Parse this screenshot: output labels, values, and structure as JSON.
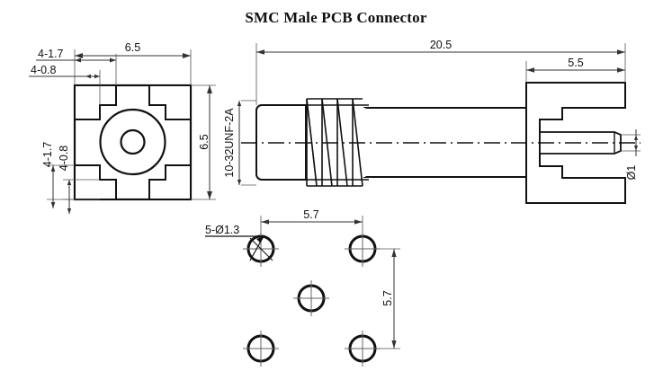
{
  "drawing": {
    "title": "SMC Male PCB Connector",
    "views": {
      "front_square": {
        "name": "front-square-view",
        "width_dim": "6.5",
        "height_dim": "6.5",
        "notch_outer_top": "4-1.7",
        "notch_inner_top": "4-0.8",
        "notch_outer_left": "4-1.7",
        "notch_inner_left": "4-0.8"
      },
      "side_section": {
        "name": "side-section-view",
        "overall_length": "20.5",
        "thread_spec": "10-32UNF-2A",
        "flange_length": "5.5",
        "pin_diameter": "Ø1"
      },
      "hole_pattern": {
        "name": "pcb-hole-pattern-view",
        "hole_callout": "5-Ø1.3",
        "pitch_horizontal": "5.7",
        "pitch_vertical": "5.7"
      }
    },
    "colors": {
      "line": "#111111",
      "dim_line": "#333333",
      "background": "#ffffff"
    }
  }
}
